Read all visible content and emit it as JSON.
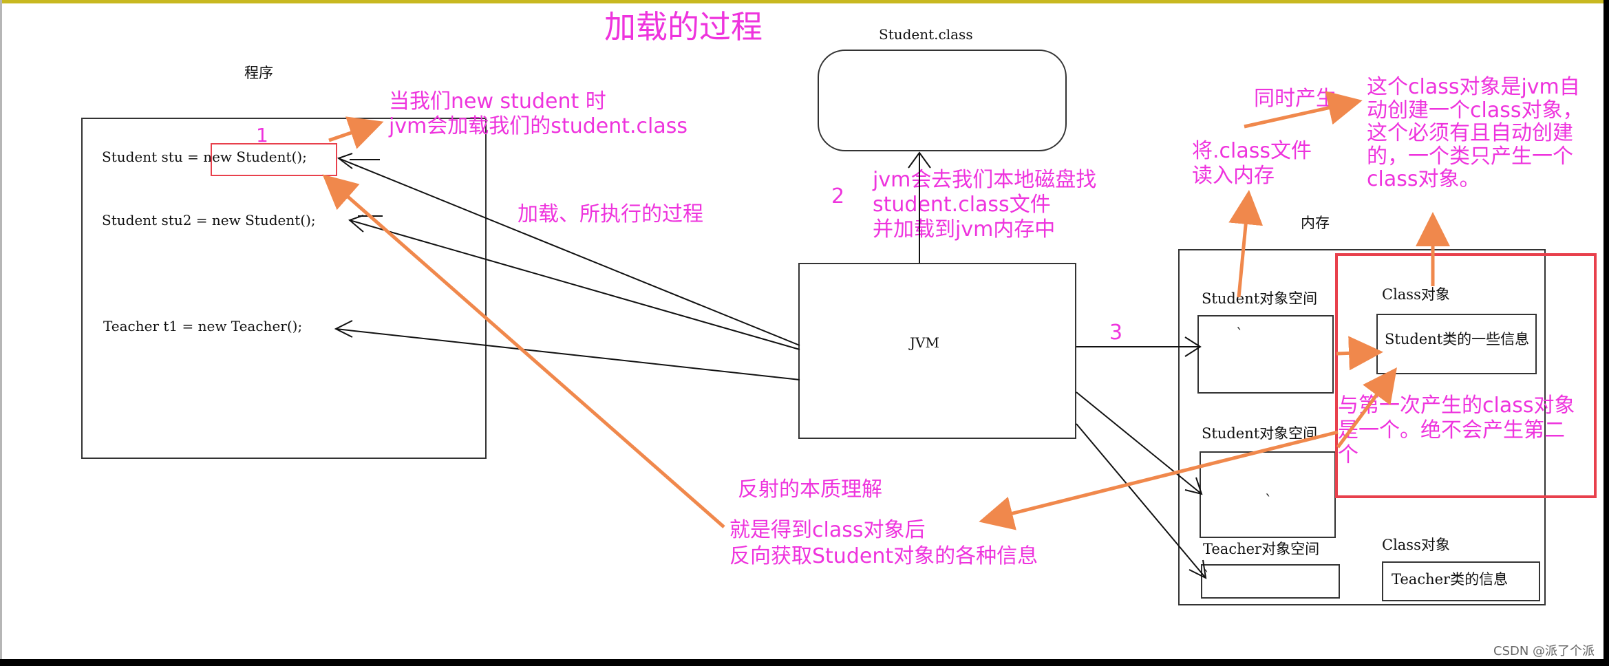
{
  "title": "加载的过程",
  "program": {
    "label": "程序",
    "line1": "Student stu = new Student();",
    "line2": "Student stu2 = new Student();",
    "line3": "Teacher t1 = new Teacher();"
  },
  "student_class_file": "Student.class",
  "jvm_label": "JVM",
  "memory": {
    "label": "内存",
    "student_space_1": "Student对象空间",
    "student_space_2": "Student对象空间",
    "teacher_space": "Teacher对象空间",
    "class_object_1": "Class对象",
    "student_class_info": "Student类的一些信息",
    "class_object_2": "Class对象",
    "teacher_class_info": "Teacher类的信息",
    "tick_1": "`",
    "tick_2": "`",
    "tick_3": "`"
  },
  "annotations": {
    "step1_num": "1",
    "step1_text": "当我们new student 时\njvm会加载我们的student.class",
    "load_process": "加载、所执行的过程",
    "step2_num": "2",
    "step2_text": "jvm会去我们本地磁盘找\nstudent.class文件\n并加载到jvm内存中",
    "step3_num": "3",
    "read_to_memory": "将.class文件\n读入内存",
    "generated_together": "同时产生",
    "class_object_note": "这个class对象是jvm自\n动创建一个class对象，\n这个必须有且自动创建\n的，一个类只产生一个\nclass对象。",
    "same_class_note": "与第一次产生的class对象\n是一个。绝不会产生第二\n个",
    "reflection_title": "反射的本质理解",
    "reflection_text": "就是得到class对象后\n反向获取Student对象的各种信息"
  },
  "watermark": "CSDN @派了个派",
  "colors": {
    "accent_pink": "#ee33dd",
    "arrow_orange": "#f0884c",
    "highlight_red": "#e8404c"
  }
}
